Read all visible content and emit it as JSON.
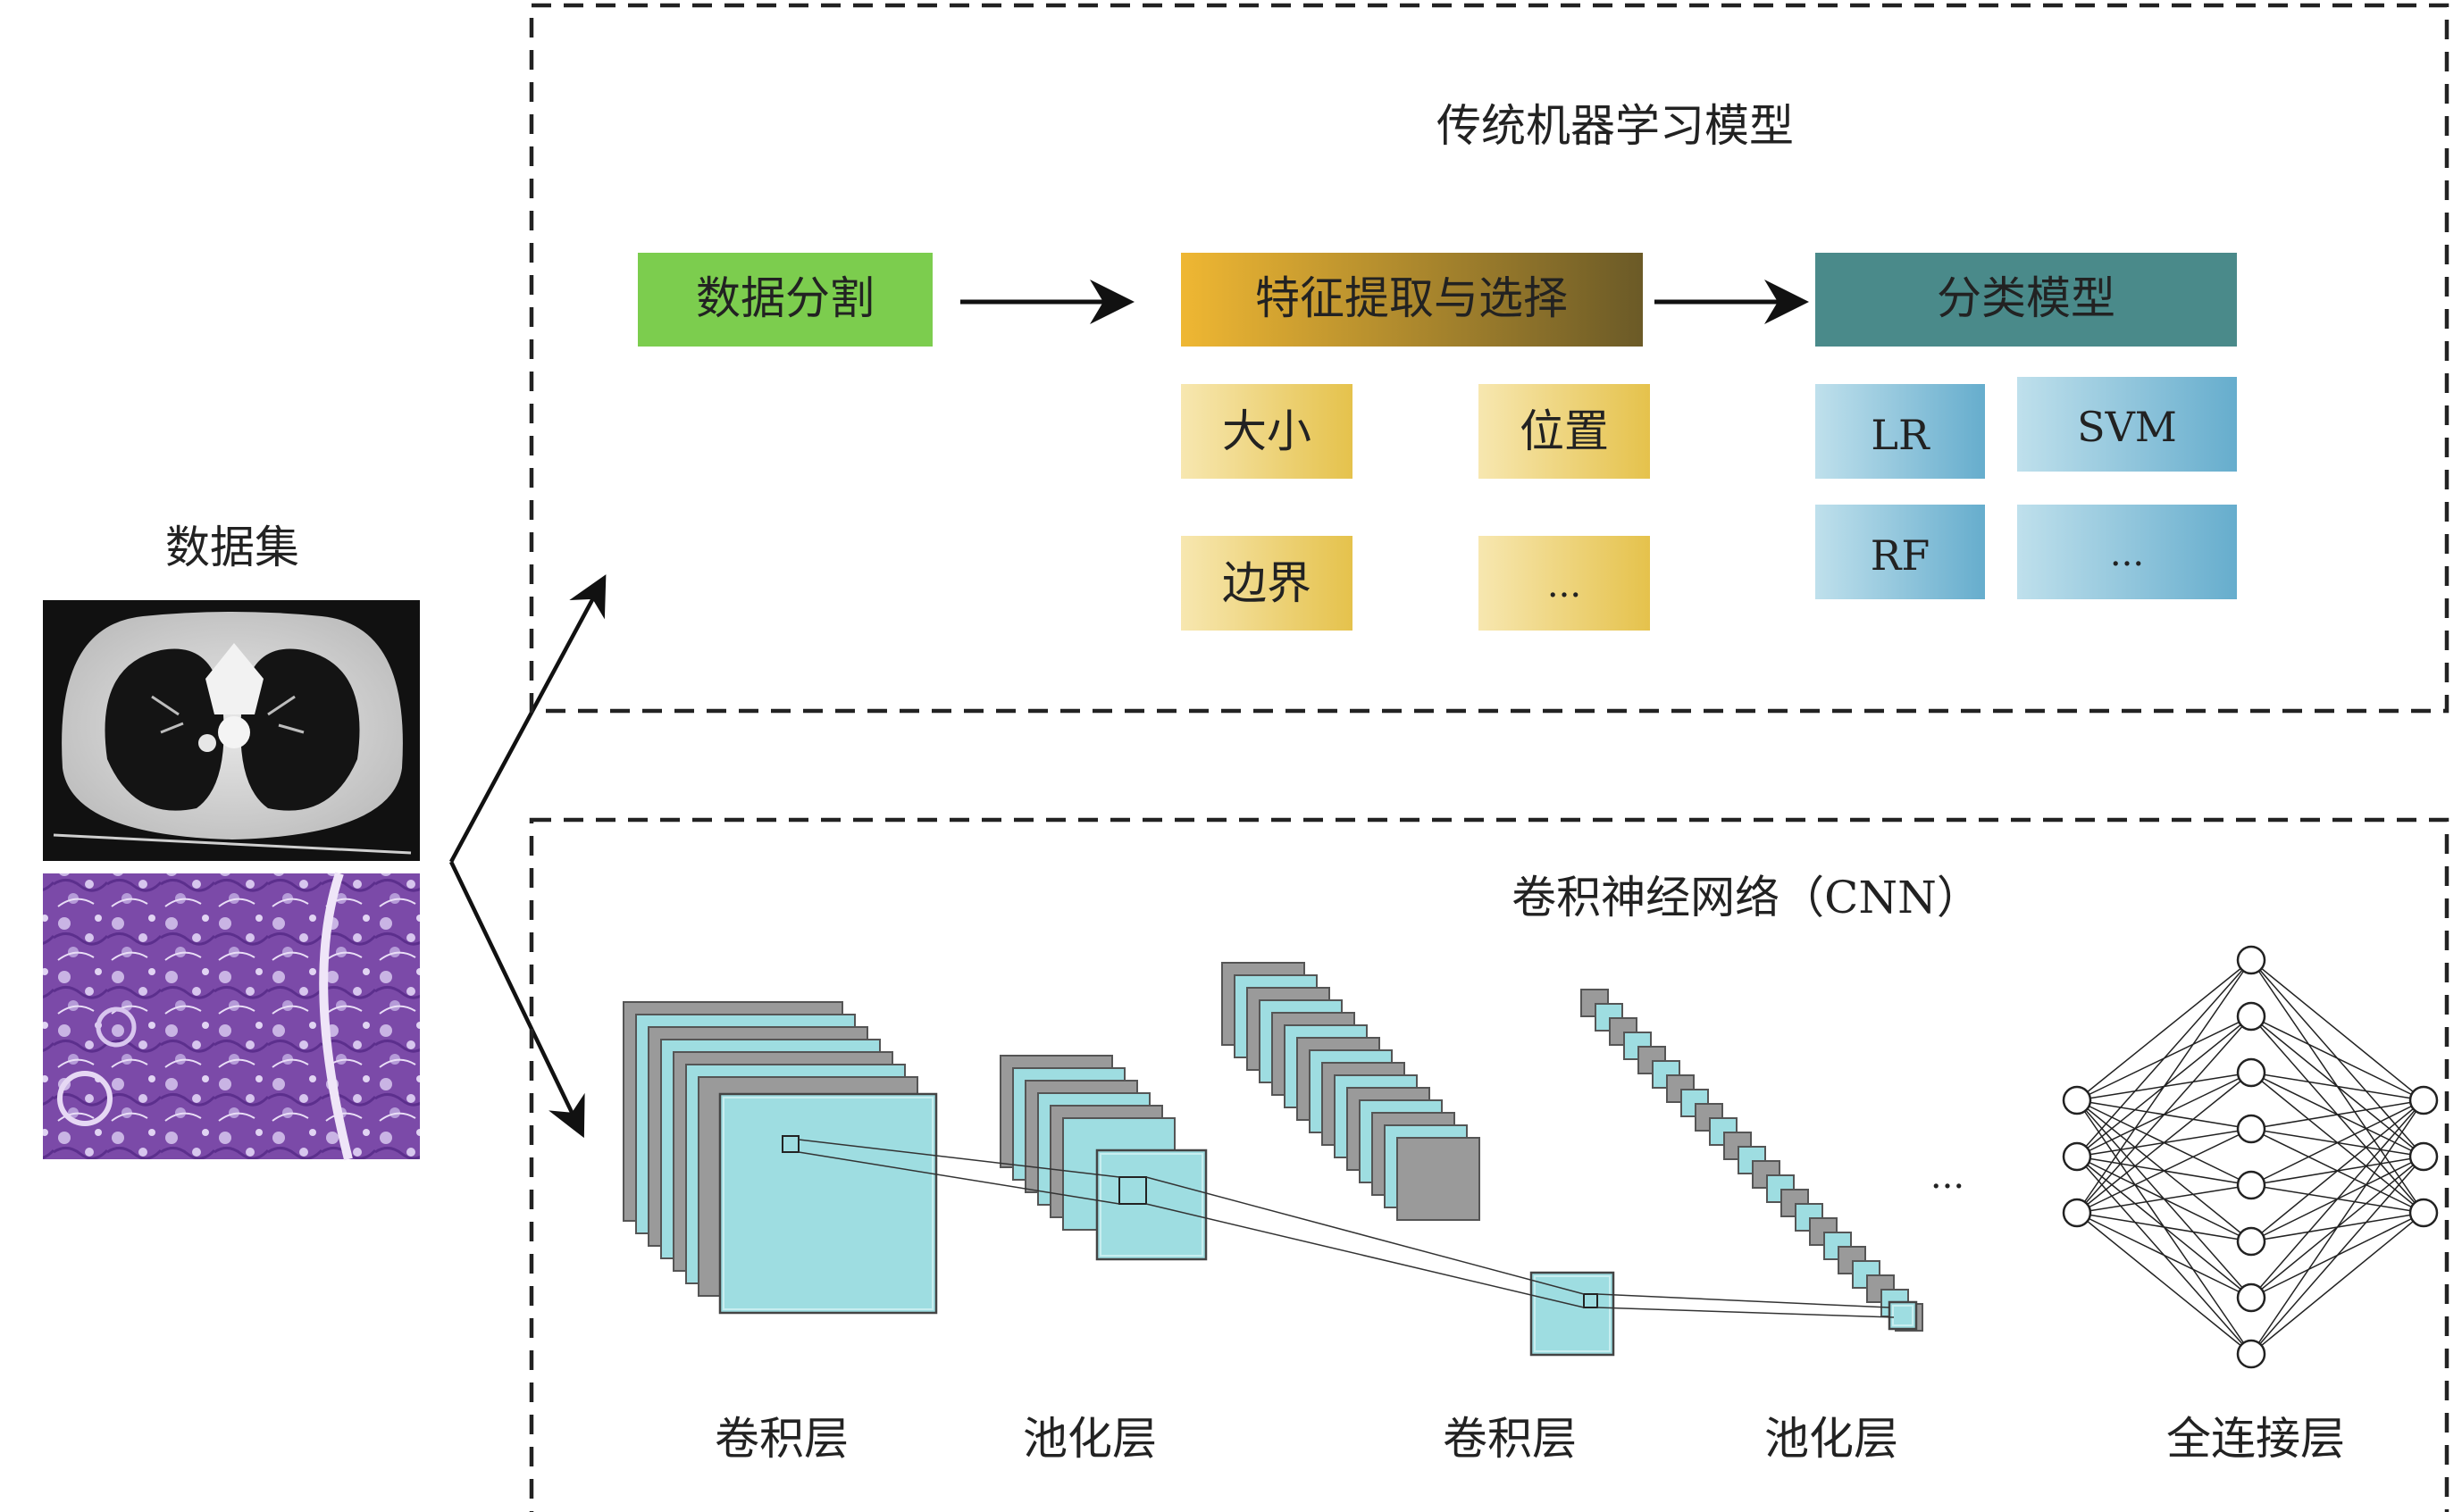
{
  "dataset": {
    "title": "数据集"
  },
  "traditional": {
    "title": "传统机器学习模型",
    "step1": "数据分割",
    "step2": "特征提取与选择",
    "step3": "分类模型",
    "features": [
      "大小",
      "位置",
      "边界",
      "..."
    ],
    "classifiers": [
      "LR",
      "SVM",
      "RF",
      "..."
    ]
  },
  "cnn": {
    "title": "卷积神经网络（CNN）",
    "ellipsis": "...",
    "layer_labels": [
      "卷积层",
      "池化层",
      "卷积层",
      "池化层",
      "全连接层"
    ]
  },
  "colors": {
    "green": "#7ccd4e",
    "gold": "#e8b63a",
    "gold_dark": "#6e5a25",
    "teal": "#4a8a8a",
    "feature_light": "#f5e4a8",
    "feature_dark": "#e6c450",
    "clf_light": "#b8dcea",
    "clf_dark": "#6ab0cf",
    "cyan": "#9edde1",
    "gray": "#9a9a9a"
  }
}
